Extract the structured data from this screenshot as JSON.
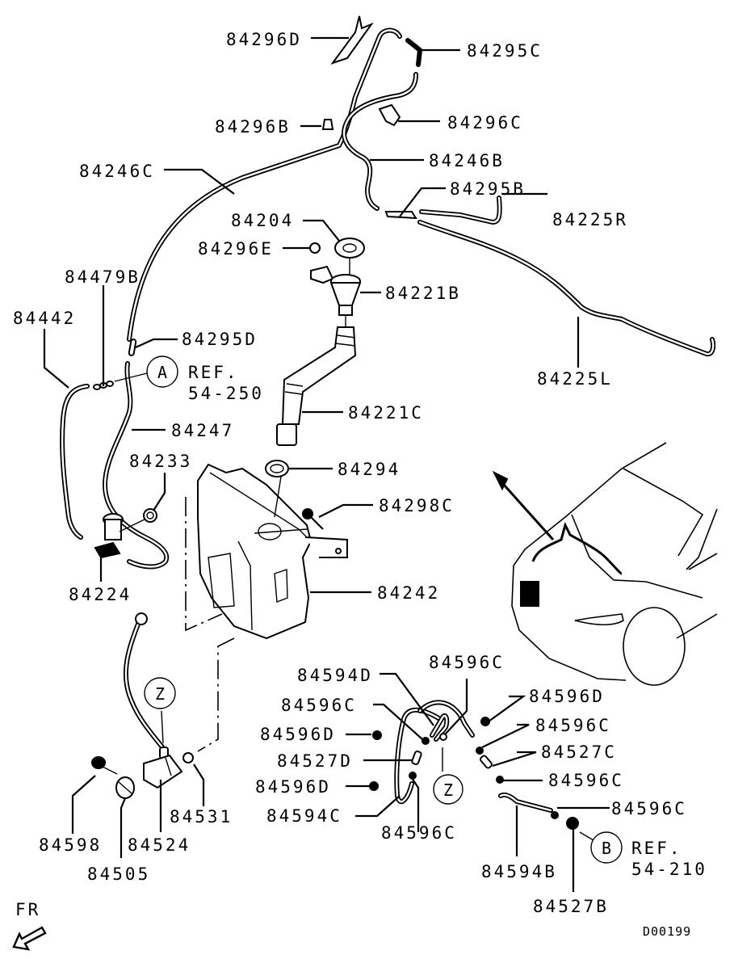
{
  "diagram": {
    "code": "D00199",
    "direction_indicator": "FR",
    "part_labels": [
      {
        "id": "84296D",
        "text": "84296D"
      },
      {
        "id": "84295C",
        "text": "84295C"
      },
      {
        "id": "84296B",
        "text": "84296B"
      },
      {
        "id": "84296C",
        "text": "84296C"
      },
      {
        "id": "84246C",
        "text": "84246C"
      },
      {
        "id": "84246B",
        "text": "84246B"
      },
      {
        "id": "84295B",
        "text": "84295B"
      },
      {
        "id": "84225R",
        "text": "84225R"
      },
      {
        "id": "84204",
        "text": "84204"
      },
      {
        "id": "84296E",
        "text": "84296E"
      },
      {
        "id": "84221B",
        "text": "84221B"
      },
      {
        "id": "84479B",
        "text": "84479B"
      },
      {
        "id": "84442",
        "text": "84442"
      },
      {
        "id": "84295D",
        "text": "84295D"
      },
      {
        "id": "84225L",
        "text": "84225L"
      },
      {
        "id": "84221C",
        "text": "84221C"
      },
      {
        "id": "84247",
        "text": "84247"
      },
      {
        "id": "84233",
        "text": "84233"
      },
      {
        "id": "84294",
        "text": "84294"
      },
      {
        "id": "84298C",
        "text": "84298C"
      },
      {
        "id": "84224",
        "text": "84224"
      },
      {
        "id": "84242",
        "text": "84242"
      },
      {
        "id": "84594D",
        "text": "84594D"
      },
      {
        "id": "84596C_top",
        "text": "84596C"
      },
      {
        "id": "84596C_left",
        "text": "84596C"
      },
      {
        "id": "84596D_right",
        "text": "84596D"
      },
      {
        "id": "84596D_left1",
        "text": "84596D"
      },
      {
        "id": "84596C_right1",
        "text": "84596C"
      },
      {
        "id": "84527D",
        "text": "84527D"
      },
      {
        "id": "84527C",
        "text": "84527C"
      },
      {
        "id": "84596D_left2",
        "text": "84596D"
      },
      {
        "id": "84596C_right2",
        "text": "84596C"
      },
      {
        "id": "84594C",
        "text": "84594C"
      },
      {
        "id": "84596C_bottom",
        "text": "84596C"
      },
      {
        "id": "84596C_right3",
        "text": "84596C"
      },
      {
        "id": "84594B",
        "text": "84594B"
      },
      {
        "id": "84527B",
        "text": "84527B"
      },
      {
        "id": "84598",
        "text": "84598"
      },
      {
        "id": "84524",
        "text": "84524"
      },
      {
        "id": "84531",
        "text": "84531"
      },
      {
        "id": "84505",
        "text": "84505"
      }
    ],
    "callouts": [
      {
        "id": "A",
        "letter": "A",
        "ref_label": "REF.",
        "ref_number": "54-250"
      },
      {
        "id": "B",
        "letter": "B",
        "ref_label": "REF.",
        "ref_number": "54-210"
      },
      {
        "id": "Z1",
        "letter": "Z"
      },
      {
        "id": "Z2",
        "letter": "Z"
      }
    ]
  }
}
